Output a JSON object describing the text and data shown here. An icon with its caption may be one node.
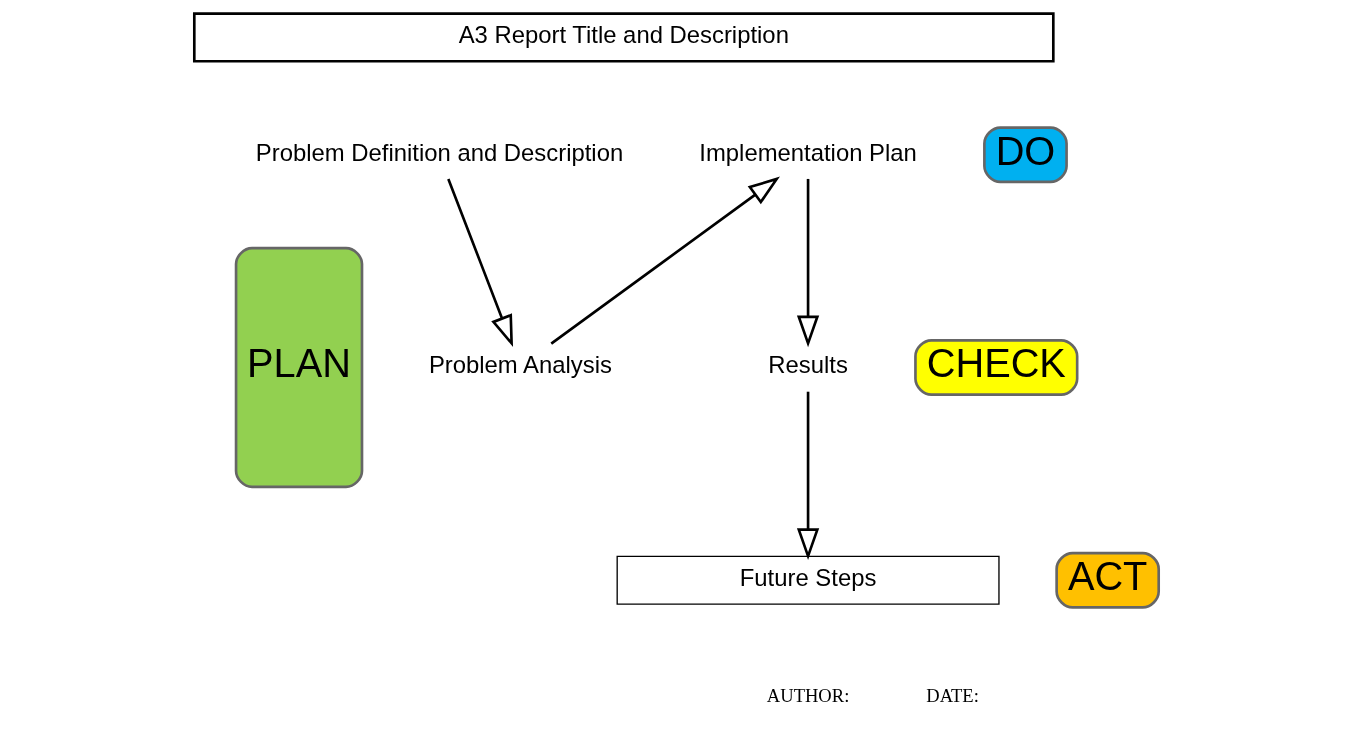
{
  "diagram": {
    "nodes": [
      {
        "text": [
          "A3 Report Title and Description"
        ]
      },
      {
        "text": [
          "Problem Definition and Description"
        ]
      },
      {
        "text": [
          "Problem Analysis"
        ]
      },
      {
        "text": [
          "Implementation Plan"
        ]
      },
      {
        "text": [
          "Results"
        ]
      },
      {
        "text": [
          "Future Steps"
        ]
      },
      {
        "text": [
          "PLAN"
        ]
      },
      {
        "text": [
          "DO"
        ]
      },
      {
        "text": [
          "CHECK"
        ]
      },
      {
        "text": [
          "ACT"
        ]
      }
    ],
    "edges": [
      {
        "from": 1,
        "to": 2,
        "arrow": "to"
      },
      {
        "from": 2,
        "to": 3,
        "arrow": "to"
      },
      {
        "from": 3,
        "to": 4,
        "arrow": "to"
      },
      {
        "from": 4,
        "to": 5,
        "arrow": "to"
      }
    ],
    "labels": [
      "AUTHOR:",
      "DATE:"
    ]
  }
}
